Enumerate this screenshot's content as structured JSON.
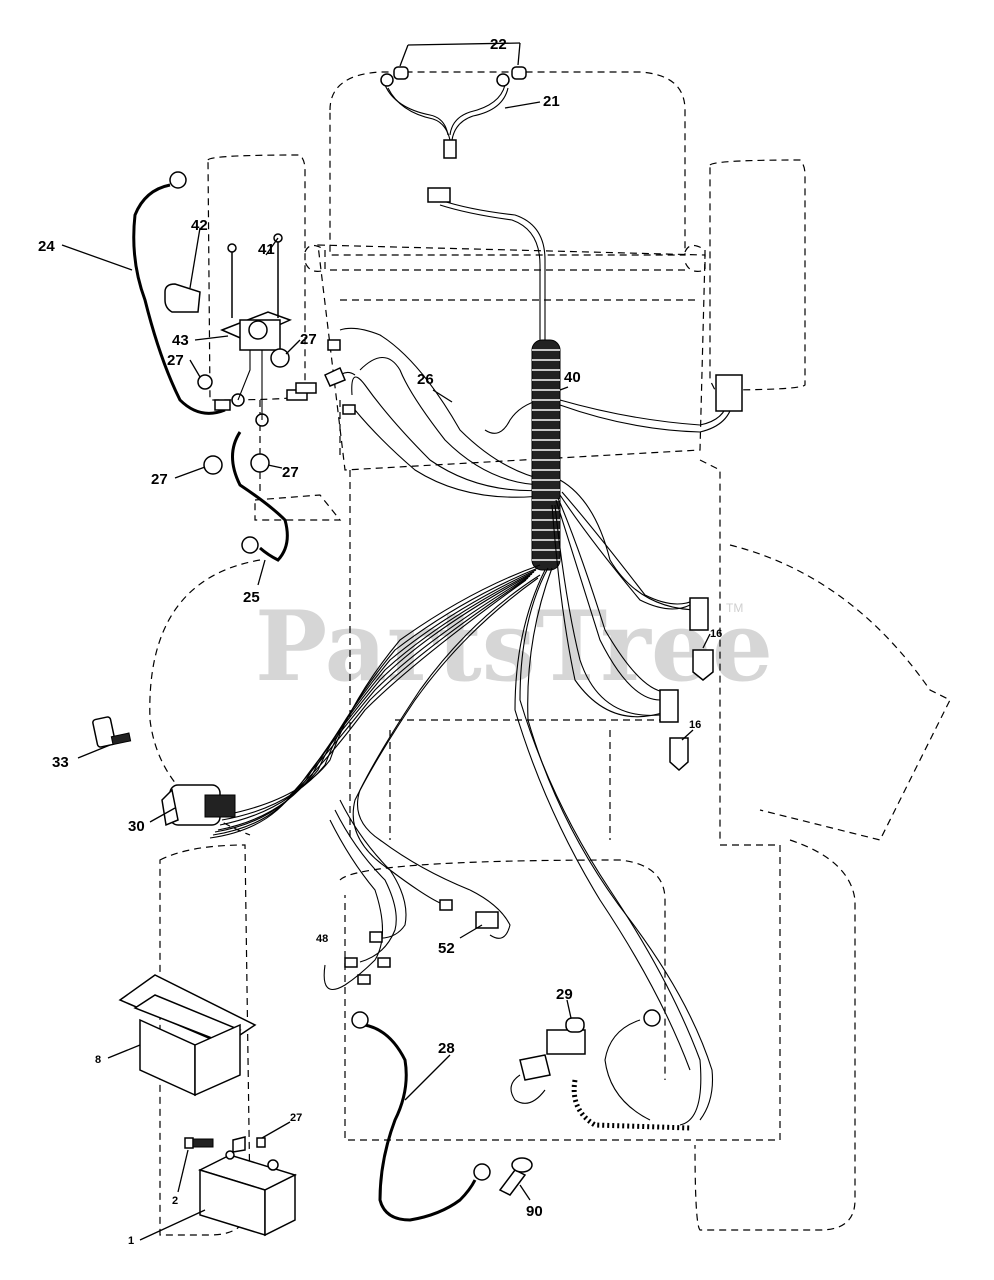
{
  "watermark": {
    "text": "PartsTree",
    "trademark": "TM"
  },
  "callouts": {
    "c1": "1",
    "c2": "2",
    "c8": "8",
    "c16a": "16",
    "c16b": "16",
    "c21": "21",
    "c22": "22",
    "c24": "24",
    "c25": "25",
    "c26": "26",
    "c27a": "27",
    "c27b": "27",
    "c27c": "27",
    "c27d": "27",
    "c27e": "27",
    "c28": "28",
    "c29": "29",
    "c30": "30",
    "c33": "33",
    "c40": "40",
    "c41": "41",
    "c42": "42",
    "c43": "43",
    "c48": "48",
    "c52": "52",
    "c90": "90"
  }
}
